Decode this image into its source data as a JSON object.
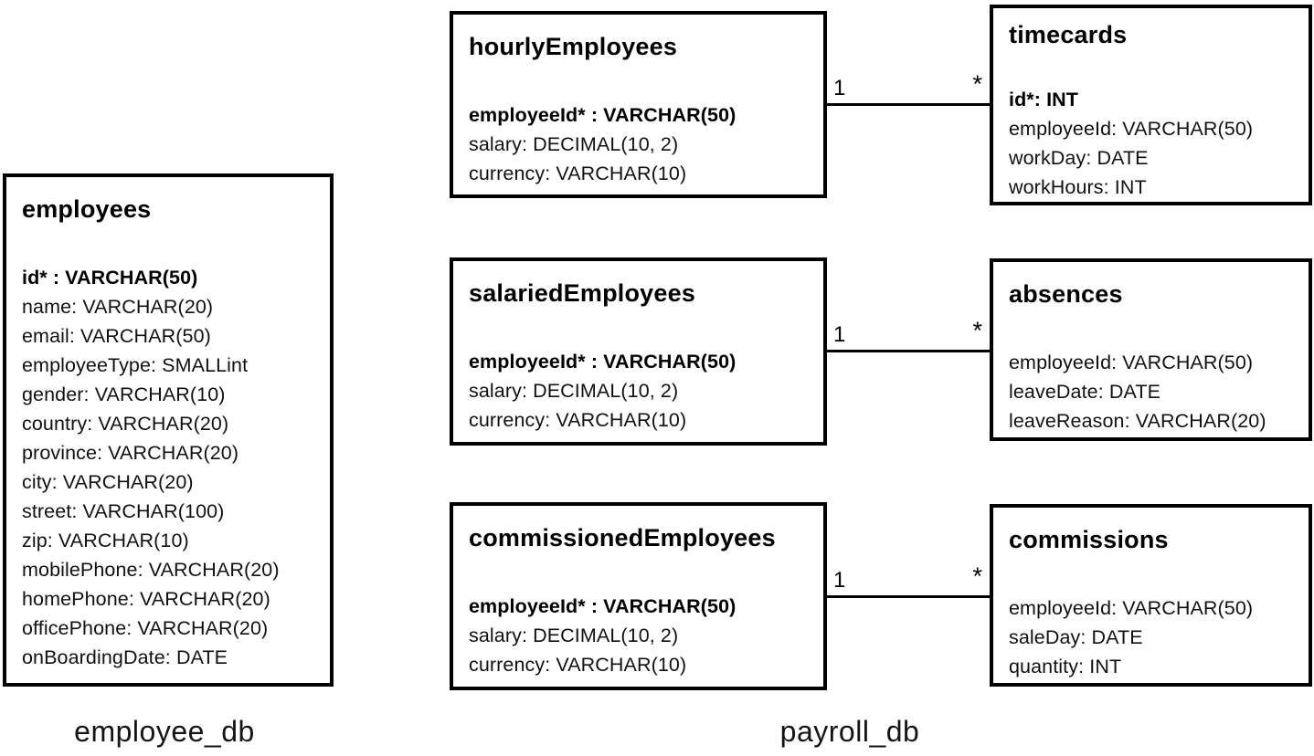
{
  "diagram": {
    "tables": [
      {
        "name": "employees",
        "fields": [
          {
            "text": "id* : VARCHAR(50)",
            "pk": true
          },
          {
            "text": "name: VARCHAR(20)"
          },
          {
            "text": "email: VARCHAR(50)"
          },
          {
            "text": "employeeType: SMALLint"
          },
          {
            "text": "gender: VARCHAR(10)"
          },
          {
            "text": "country: VARCHAR(20)"
          },
          {
            "text": "province: VARCHAR(20)"
          },
          {
            "text": "city: VARCHAR(20)"
          },
          {
            "text": "street: VARCHAR(100)"
          },
          {
            "text": "zip: VARCHAR(10)"
          },
          {
            "text": "mobilePhone: VARCHAR(20)"
          },
          {
            "text": "homePhone: VARCHAR(20)"
          },
          {
            "text": "officePhone: VARCHAR(20)"
          },
          {
            "text": "onBoardingDate: DATE"
          }
        ]
      },
      {
        "name": "hourlyEmployees",
        "fields": [
          {
            "text": "employeeId* : VARCHAR(50)",
            "pk": true
          },
          {
            "text": "salary: DECIMAL(10, 2)"
          },
          {
            "text": "currency: VARCHAR(10)"
          }
        ]
      },
      {
        "name": "timecards",
        "fields": [
          {
            "text": "id*: INT",
            "pk": true
          },
          {
            "text": "employeeId: VARCHAR(50)"
          },
          {
            "text": "workDay: DATE"
          },
          {
            "text": "workHours: INT"
          }
        ]
      },
      {
        "name": "salariedEmployees",
        "fields": [
          {
            "text": "employeeId* : VARCHAR(50)",
            "pk": true
          },
          {
            "text": "salary: DECIMAL(10, 2)"
          },
          {
            "text": "currency: VARCHAR(10)"
          }
        ]
      },
      {
        "name": "absences",
        "fields": [
          {
            "text": "employeeId: VARCHAR(50)"
          },
          {
            "text": "leaveDate: DATE"
          },
          {
            "text": "leaveReason: VARCHAR(20)"
          }
        ]
      },
      {
        "name": "commissionedEmployees",
        "fields": [
          {
            "text": "employeeId* : VARCHAR(50)",
            "pk": true
          },
          {
            "text": "salary: DECIMAL(10, 2)"
          },
          {
            "text": "currency: VARCHAR(10)"
          }
        ]
      },
      {
        "name": "commissions",
        "fields": [
          {
            "text": "employeeId: VARCHAR(50)"
          },
          {
            "text": "saleDay: DATE"
          },
          {
            "text": "quantity: INT"
          }
        ]
      }
    ],
    "connections": [
      {
        "from": "hourlyEmployees",
        "to": "timecards",
        "from_label": "1",
        "to_label": "*"
      },
      {
        "from": "salariedEmployees",
        "to": "absences",
        "from_label": "1",
        "to_label": "*"
      },
      {
        "from": "commissionedEmployees",
        "to": "commissions",
        "from_label": "1",
        "to_label": "*"
      }
    ],
    "database_labels": [
      {
        "text": "employee_db"
      },
      {
        "text": "payroll_db"
      }
    ],
    "colors": {
      "background": "#ffffff",
      "border": "#000000",
      "text": "#111111"
    }
  }
}
